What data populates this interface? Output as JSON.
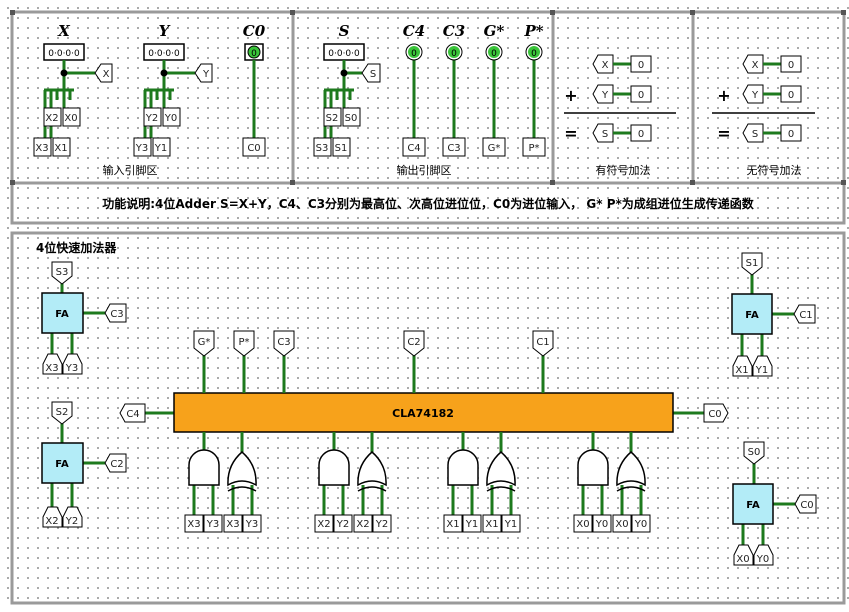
{
  "input_section": {
    "labels": [
      "X",
      "Y",
      "C0"
    ],
    "display_value": "0·0·0·0",
    "x_split": [
      "X2",
      "X0",
      "X3",
      "X1"
    ],
    "y_split": [
      "Y2",
      "Y0",
      "Y3",
      "Y1"
    ],
    "tunnel_x": "X",
    "tunnel_y": "Y",
    "c0_led": "0",
    "c0_tunnel": "C0",
    "caption": "输入引脚区"
  },
  "output_section": {
    "labels": [
      "S",
      "C4",
      "C3",
      "G*",
      "P*"
    ],
    "display_value": "0·0·0·0",
    "s_split": [
      "S2",
      "S0",
      "S3",
      "S1"
    ],
    "tunnel_s": "S",
    "leds": [
      "0",
      "0",
      "0",
      "0"
    ],
    "tunnels": [
      "C4",
      "C3",
      "G*",
      "P*"
    ],
    "caption": "输出引脚区"
  },
  "signed_adder": {
    "plus": "+",
    "equals": "=",
    "rows": [
      {
        "label": "X",
        "value": "0"
      },
      {
        "label": "Y",
        "value": "0"
      },
      {
        "label": "S",
        "value": "0"
      }
    ],
    "caption": "有符号加法"
  },
  "unsigned_adder": {
    "plus": "+",
    "equals": "=",
    "rows": [
      {
        "label": "X",
        "value": "0"
      },
      {
        "label": "Y",
        "value": "0"
      },
      {
        "label": "S",
        "value": "0"
      }
    ],
    "caption": "无符号加法"
  },
  "description": "功能说明:4位Adder S=X+Y，C4、C3分别为最高位、次高位进位位，C0为进位输入， G* P*为成组进位生成传递函数",
  "circuit": {
    "title": "4位快速加法器",
    "cla_label": "CLA74182",
    "cla_left": "C4",
    "cla_right": "C0",
    "top_tunnels": [
      "G*",
      "P*",
      "C3",
      "C2",
      "C1"
    ],
    "fa_label": "FA",
    "fa_units": [
      {
        "sum": "S3",
        "carry": "C3",
        "a": "X3",
        "b": "Y3"
      },
      {
        "sum": "S2",
        "carry": "C2",
        "a": "X2",
        "b": "Y2"
      },
      {
        "sum": "S1",
        "carry": "C1",
        "a": "X1",
        "b": "Y1"
      },
      {
        "sum": "S0",
        "carry": "C0",
        "a": "X0",
        "b": "Y0"
      }
    ],
    "gate_groups": [
      [
        "X3",
        "Y3",
        "X3",
        "Y3"
      ],
      [
        "X2",
        "Y2",
        "X2",
        "Y2"
      ],
      [
        "X1",
        "Y1",
        "X1",
        "Y1"
      ],
      [
        "X0",
        "Y0",
        "X0",
        "Y0"
      ]
    ]
  },
  "colors": {
    "wire": "#1e7a1e",
    "cla_fill": "#f7a21b",
    "fa_fill": "#b3ecf7",
    "led": "#39c439",
    "frame": "#9a9a9a"
  }
}
